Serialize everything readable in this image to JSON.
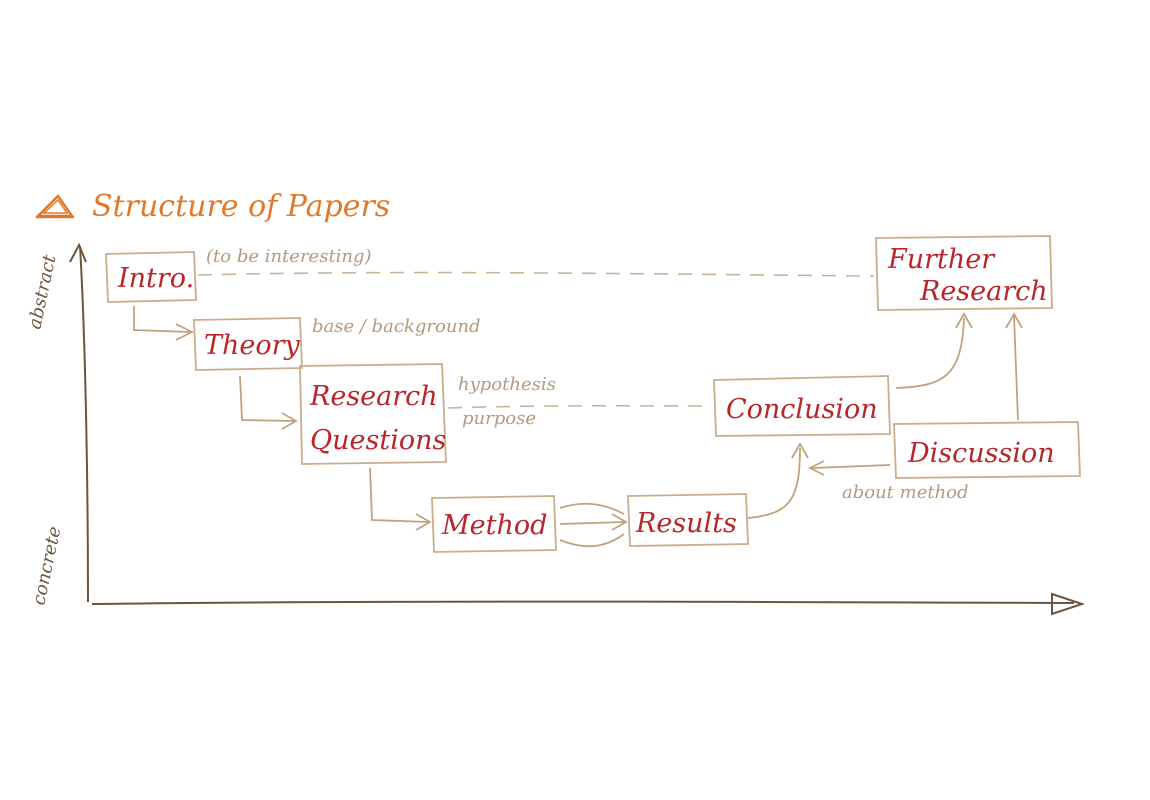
{
  "title": {
    "text": "Structure of Papers",
    "icon": "warning-triangle-icon"
  },
  "axis": {
    "top_label": "abstract",
    "bottom_label": "concrete"
  },
  "nodes": {
    "intro": "Intro.",
    "theory": "Theory",
    "research_questions": [
      "Research",
      "Questions"
    ],
    "method": "Method",
    "results": "Results",
    "conclusion": "Conclusion",
    "discussion": "Discussion",
    "further_research": [
      "Further",
      "Research"
    ]
  },
  "notes": {
    "intro": "(to be interesting)",
    "theory": "base / background",
    "research_questions": [
      "hypothesis",
      "purpose"
    ],
    "discussion": "about method"
  },
  "colors": {
    "node_text": "#b8262a",
    "title": "#e07a2a",
    "box": "#c9ad8c",
    "line": "#c2a27e",
    "note": "#b49a7e",
    "axis": "#6b5540"
  }
}
